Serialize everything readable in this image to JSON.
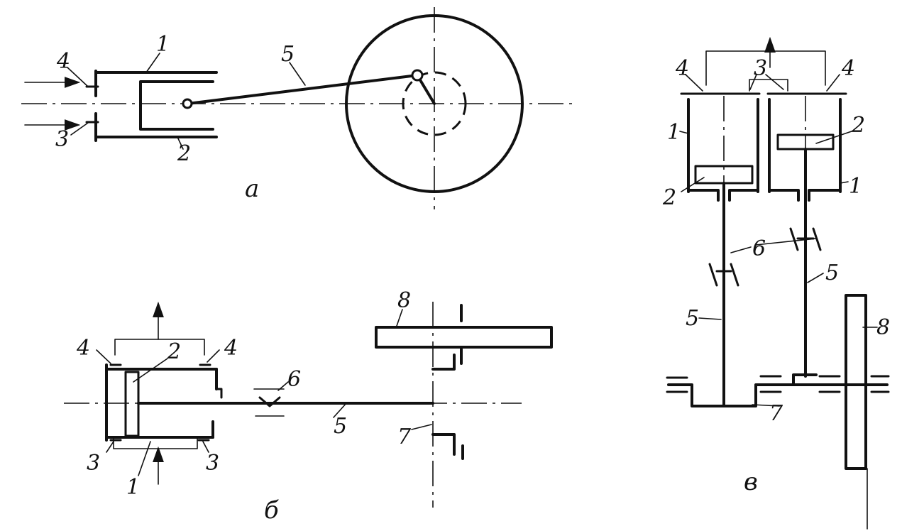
{
  "diagram_a": {
    "caption": "а",
    "labels": {
      "l1": "1",
      "l2": "2",
      "l3": "3",
      "l4": "4",
      "l5": "5"
    }
  },
  "diagram_b": {
    "caption": "б",
    "labels": {
      "l1": "1",
      "l2": "2",
      "l3a": "3",
      "l3b": "3",
      "l4a": "4",
      "l4b": "4",
      "l5": "5",
      "l6": "6",
      "l7": "7",
      "l8": "8"
    }
  },
  "diagram_v": {
    "caption": "в",
    "labels": {
      "l1a": "1",
      "l1b": "1",
      "l2a": "2",
      "l2b": "2",
      "l3": "3",
      "l4a": "4",
      "l4b": "4",
      "l5a": "5",
      "l5b": "5",
      "l6": "6",
      "l7": "7",
      "l8": "8"
    }
  },
  "colors": {
    "ink": "#111111",
    "paper": "#ffffff"
  }
}
